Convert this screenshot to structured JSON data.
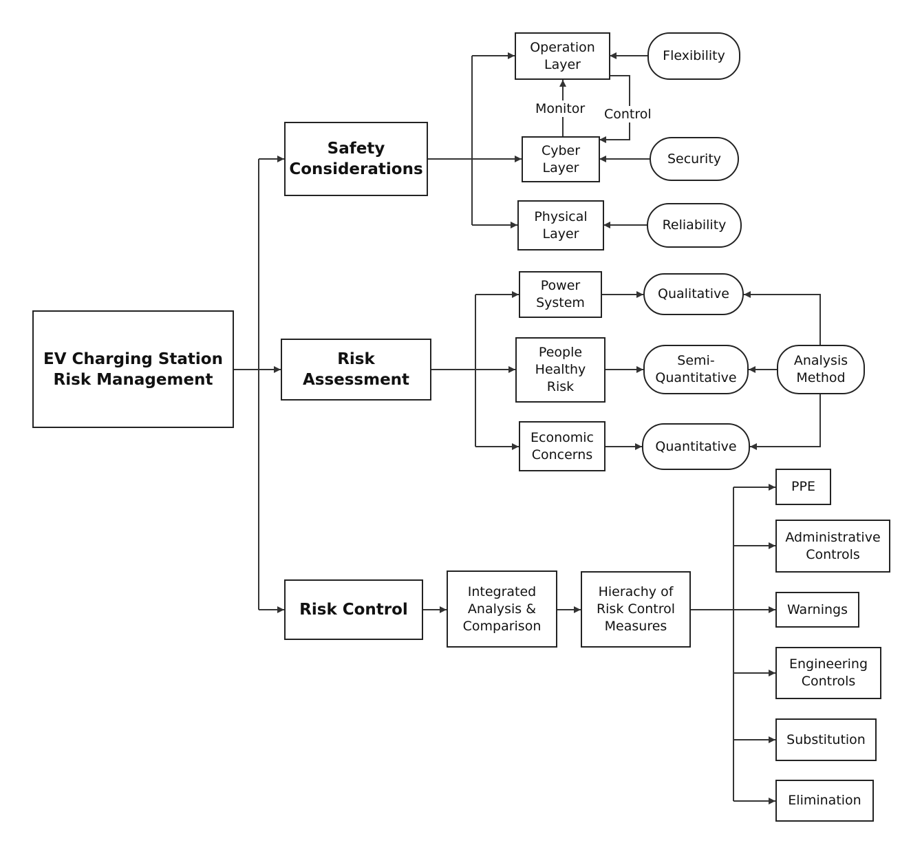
{
  "nodes": {
    "root": "EV Charging Station\nRisk Management",
    "safety": "Safety\nConsiderations",
    "risk_assessment": "Risk\nAssessment",
    "risk_control": "Risk Control",
    "operation_layer": "Operation\nLayer",
    "cyber_layer": "Cyber\nLayer",
    "physical_layer": "Physical\nLayer",
    "flexibility": "Flexibility",
    "security": "Security",
    "reliability": "Reliability",
    "power_system": "Power\nSystem",
    "people_healthy_risk": "People\nHealthy\nRisk",
    "economic_concerns": "Economic\nConcerns",
    "qualitative": "Qualitative",
    "semi_quantitative": "Semi-\nQuantitative",
    "quantitative": "Quantitative",
    "analysis_method": "Analysis\nMethod",
    "integrated_analysis": "Integrated\nAnalysis &\nComparison",
    "hierarchy": "Hierachy of\nRisk Control\nMeasures",
    "ppe": "PPE",
    "administrative": "Administrative\nControls",
    "warnings": "Warnings",
    "engineering": "Engineering\nControls",
    "substitution": "Substitution",
    "elimination": "Elimination"
  },
  "edge_labels": {
    "monitor": "Monitor",
    "control": "Control"
  }
}
